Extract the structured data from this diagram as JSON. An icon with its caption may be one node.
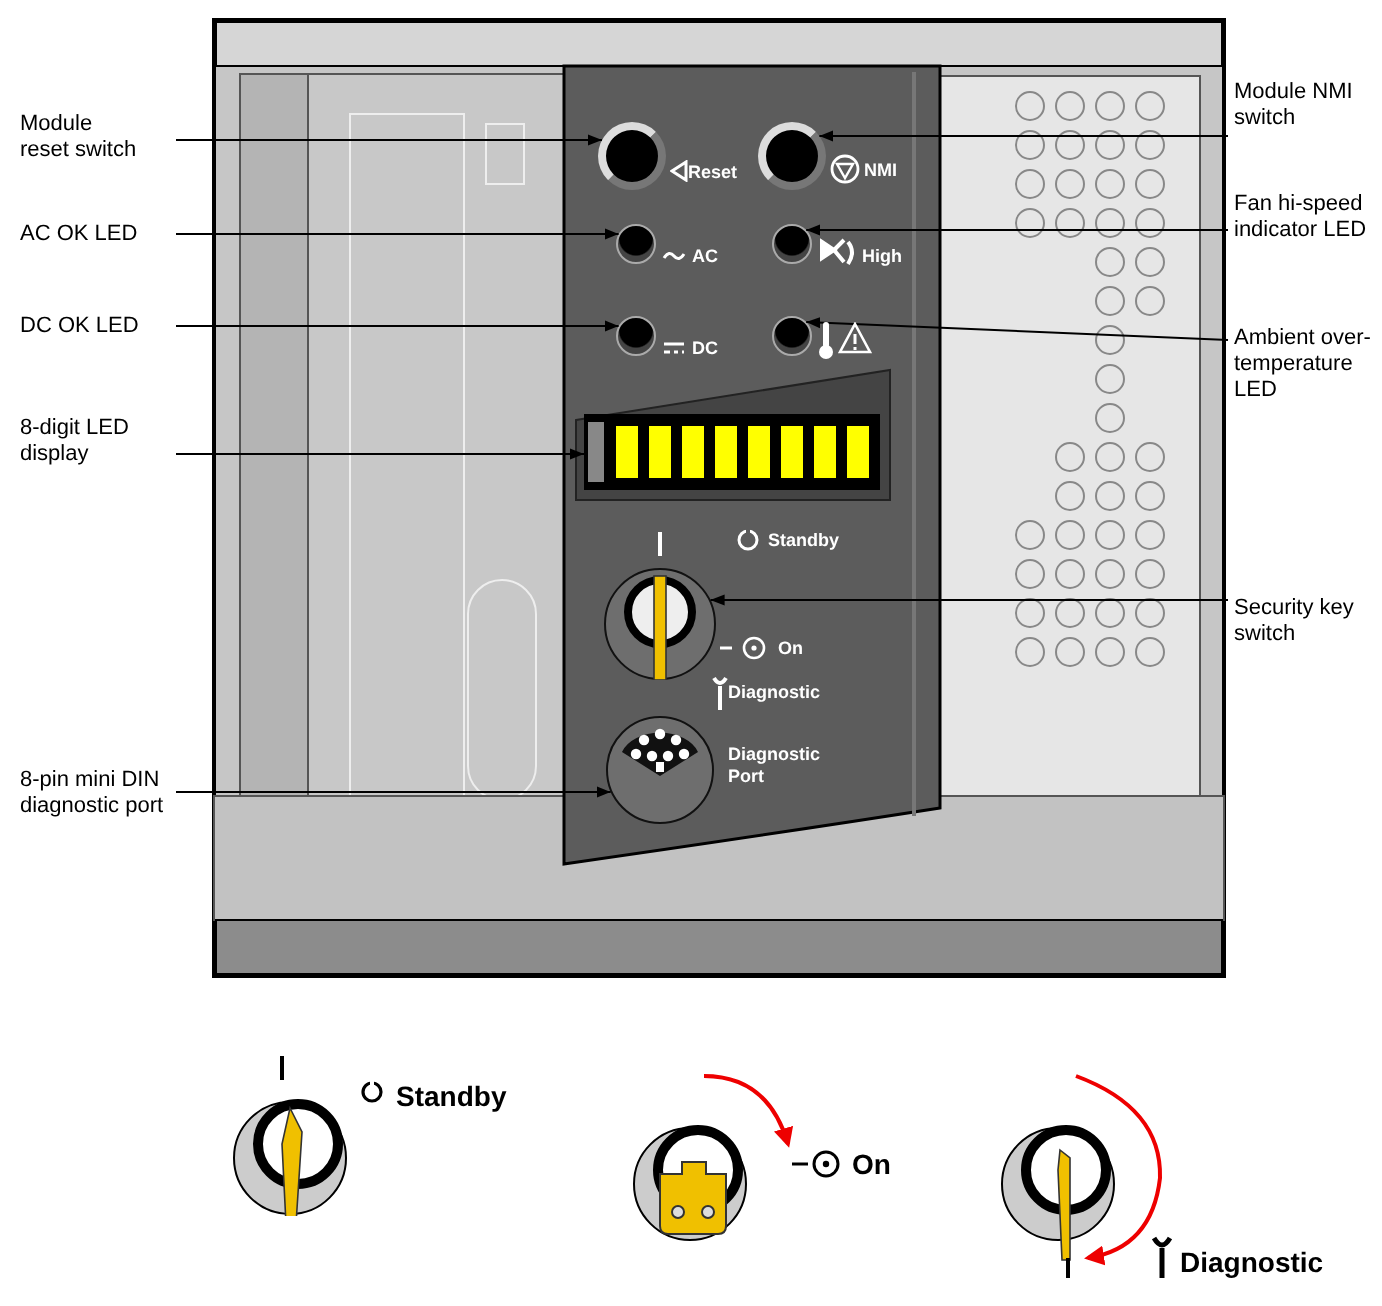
{
  "diagram": {
    "nodes": [
      {
        "text": [
          "Module reset switch"
        ]
      },
      {
        "text": [
          "AC OK LED"
        ]
      },
      {
        "text": [
          "DC OK LED"
        ]
      },
      {
        "text": [
          "8-digit LED display"
        ]
      },
      {
        "text": [
          "8-pin mini DIN diagnostic port"
        ]
      },
      {
        "text": [
          "Module NMI switch"
        ]
      },
      {
        "text": [
          "Fan hi-speed indicator LED"
        ]
      },
      {
        "text": [
          "Ambient over-temperature LED"
        ]
      },
      {
        "text": [
          "Security key switch"
        ]
      },
      {
        "text": [],
        "shape": "circle"
      },
      {
        "text": [],
        "shape": "circle"
      },
      {
        "text": [],
        "shape": "circle"
      },
      {
        "text": [],
        "shape": "bar"
      },
      {
        "text": [],
        "shape": "circle"
      },
      {
        "text": [],
        "shape": "circle"
      },
      {
        "text": [],
        "shape": "circle"
      },
      {
        "text": [],
        "shape": "circle"
      },
      {
        "text": [],
        "shape": "circle"
      }
    ],
    "edges": [
      {
        "from": 0,
        "to": 9,
        "arrow": "to"
      },
      {
        "from": 1,
        "to": 10,
        "arrow": "to"
      },
      {
        "from": 2,
        "to": 11,
        "arrow": "to"
      },
      {
        "from": 3,
        "to": 12,
        "arrow": "to"
      },
      {
        "from": 4,
        "to": 13,
        "arrow": "to"
      },
      {
        "from": 5,
        "to": 14,
        "arrow": "to"
      },
      {
        "from": 6,
        "to": 15,
        "arrow": "to"
      },
      {
        "from": 7,
        "to": 16,
        "arrow": "to"
      },
      {
        "from": 8,
        "to": 17,
        "arrow": "to"
      }
    ],
    "labels": [
      "Reset",
      "NMI",
      "AC",
      "High",
      "DC",
      "Standby",
      "On",
      "Diagnostic",
      "Diagnostic Port",
      "Standby",
      "On",
      "Diagnostic"
    ]
  }
}
